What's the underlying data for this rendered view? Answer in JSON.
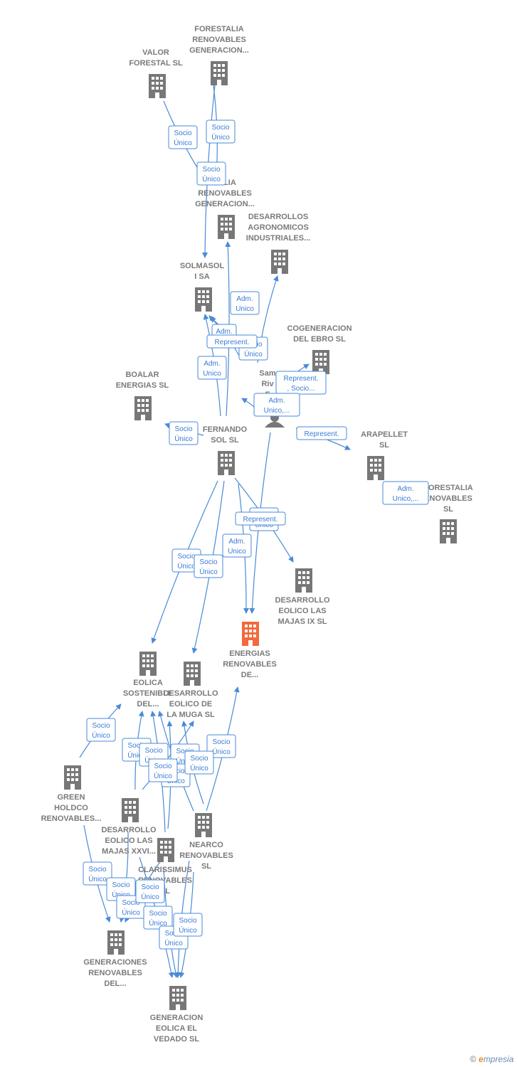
{
  "colors": {
    "building": "#777777",
    "focus": "#f26a3c",
    "person": "#777777",
    "edge": "#4a8ad8",
    "label": "#7a7a7a"
  },
  "nodes": [
    {
      "id": "forestalia_gen_top",
      "type": "company",
      "lines": [
        "FORESTALIA",
        "RENOVABLES",
        "GENERACION..."
      ]
    },
    {
      "id": "valor_forestal",
      "type": "company",
      "lines": [
        "VALOR",
        "FORESTAL SL"
      ]
    },
    {
      "id": "forestalia_gen_mid",
      "type": "company",
      "lines": [
        "TALIA",
        "RENOVABLES",
        "GENERACION..."
      ]
    },
    {
      "id": "desarrollos_agronomicos",
      "type": "company",
      "lines": [
        "DESARROLLOS",
        "AGRONOMICOS",
        "INDUSTRIALES..."
      ]
    },
    {
      "id": "solmasol",
      "type": "company",
      "lines": [
        "SOLMASOL",
        "I SA"
      ]
    },
    {
      "id": "cogeneracion_ebro",
      "type": "company",
      "lines": [
        "COGENERACION",
        "DEL EBRO  SL"
      ]
    },
    {
      "id": "boalar",
      "type": "company",
      "lines": [
        "BOALAR",
        "ENERGIAS  SL"
      ]
    },
    {
      "id": "person",
      "type": "person",
      "lines": [
        "Sam",
        "Riv",
        "F"
      ]
    },
    {
      "id": "fernando_sol",
      "type": "company",
      "lines": [
        "FERNANDO",
        "SOL SL"
      ]
    },
    {
      "id": "arapellet",
      "type": "company",
      "lines": [
        "ARAPELLET",
        "SL"
      ]
    },
    {
      "id": "forestalia_renovables",
      "type": "company",
      "lines": [
        "FORESTALIA",
        "ENOVABLES",
        "SL"
      ]
    },
    {
      "id": "desarrollo_majas_ix",
      "type": "company",
      "lines": [
        "DESARROLLO",
        "EOLICO LAS",
        "MAJAS IX  SL"
      ]
    },
    {
      "id": "energias_renovables",
      "type": "focus",
      "lines": [
        "ENERGIAS",
        "RENOVABLES",
        "DE..."
      ]
    },
    {
      "id": "eolica_sostenible",
      "type": "company",
      "lines": [
        "EOLICA",
        "SOSTENIBLE",
        "DEL..."
      ]
    },
    {
      "id": "desarrollo_muga",
      "type": "company",
      "lines": [
        "DESARROLLO",
        "EOLICO DE",
        "LA MUGA SL"
      ]
    },
    {
      "id": "green_holdco",
      "type": "company",
      "lines": [
        "GREEN",
        "HOLDCO",
        "RENOVABLES..."
      ]
    },
    {
      "id": "desarrollo_majas_xxvi",
      "type": "company",
      "lines": [
        "DESARROLLO",
        "EOLICO LAS",
        "MAJAS XXVI..."
      ]
    },
    {
      "id": "nearco",
      "type": "company",
      "lines": [
        "NEARCO",
        "RENOVABLES",
        "SL"
      ]
    },
    {
      "id": "clarissimus",
      "type": "company",
      "lines": [
        "CLARISSIMUS",
        "RENOVABLES",
        "SL"
      ]
    },
    {
      "id": "generaciones_renovables",
      "type": "company",
      "lines": [
        "GENERACIONES",
        "RENOVABLES",
        "DEL..."
      ]
    },
    {
      "id": "generacion_vedado",
      "type": "company",
      "lines": [
        "GENERACION",
        "EOLICA EL",
        "VEDADO SL"
      ]
    }
  ],
  "edges": [
    {
      "from": "valor_forestal",
      "to": "forestalia_gen_mid",
      "label": [
        "Socio",
        "Único"
      ]
    },
    {
      "from": "forestalia_gen_top",
      "to": "forestalia_gen_mid",
      "label": [
        "Socio",
        "Único"
      ]
    },
    {
      "from": "forestalia_gen_top",
      "to": "solmasol",
      "label": [
        "Socio",
        "Único"
      ]
    },
    {
      "from": "fernando_sol",
      "to": "forestalia_gen_mid",
      "label": [
        "Adm.",
        "Unico"
      ]
    },
    {
      "from": "person",
      "to": "desarrollos_agronomicos",
      "label": [
        "Socio",
        "Único"
      ]
    },
    {
      "from": "person",
      "to": "solmasol",
      "label": [
        "Adm."
      ]
    },
    {
      "from": "person",
      "to": "solmasol",
      "label": [
        "Represent."
      ]
    },
    {
      "from": "fernando_sol",
      "to": "solmasol",
      "label": [
        "Adm.",
        "Unico"
      ]
    },
    {
      "from": "person",
      "to": "cogeneracion_ebro",
      "label": [
        "Represent.",
        ", Socio..."
      ]
    },
    {
      "from": "person",
      "to": "fernando_sol",
      "label": [
        "Adm.",
        "Unico,..."
      ]
    },
    {
      "from": "fernando_sol",
      "to": "boalar",
      "label": [
        "Socio",
        "Único"
      ]
    },
    {
      "from": "person",
      "to": "arapellet",
      "label": [
        "Represent."
      ]
    },
    {
      "from": "arapellet",
      "to": "forestalia_renovables",
      "label": [
        "Adm.",
        "Unico,..."
      ]
    },
    {
      "from": "fernando_sol",
      "to": "desarrollo_majas_ix",
      "label": [
        "Socio",
        "Único"
      ]
    },
    {
      "from": "person",
      "to": "energias_renovables",
      "label": [
        "Represent."
      ]
    },
    {
      "from": "fernando_sol",
      "to": "energias_renovables",
      "label": [
        "Adm.",
        "Unico"
      ]
    },
    {
      "from": "fernando_sol",
      "to": "eolica_sostenible",
      "label": [
        "Socio",
        "Único"
      ]
    },
    {
      "from": "fernando_sol",
      "to": "desarrollo_muga",
      "label": [
        "Socio",
        "Único"
      ]
    },
    {
      "from": "green_holdco",
      "to": "eolica_sostenible",
      "label": [
        "Socio",
        "Único"
      ]
    },
    {
      "from": "nearco",
      "to": "energias_renovables",
      "label": [
        "Socio",
        "Único"
      ]
    },
    {
      "from": "desarrollo_majas_xxvi",
      "to": "eolica_sostenible",
      "label": [
        "Socio",
        "Único"
      ]
    },
    {
      "from": "clarissimus",
      "to": "eolica_sostenible",
      "label": [
        "Socio",
        "Único"
      ]
    },
    {
      "from": "nearco",
      "to": "desarrollo_muga",
      "label": [
        "Socio",
        "Único"
      ]
    },
    {
      "from": "clarissimus",
      "to": "desarrollo_muga",
      "label": [
        "Socio",
        "Único"
      ]
    },
    {
      "from": "nearco",
      "to": "eolica_sostenible",
      "label": [
        "Socio",
        "Único"
      ]
    },
    {
      "from": "desarrollo_majas_xxvi",
      "to": "desarrollo_muga",
      "label": [
        "Socio",
        "Único"
      ]
    },
    {
      "from": "green_holdco",
      "to": "generaciones_renovables",
      "label": [
        "Socio",
        "Único"
      ]
    },
    {
      "from": "desarrollo_majas_xxvi",
      "to": "generaciones_renovables",
      "label": [
        "Socio",
        "Único"
      ]
    },
    {
      "from": "clarissimus",
      "to": "generaciones_renovables",
      "label": [
        "Socio",
        "Único"
      ]
    },
    {
      "from": "desarrollo_majas_xxvi",
      "to": "generacion_vedado",
      "label": [
        "Socio",
        "Único"
      ]
    },
    {
      "from": "clarissimus",
      "to": "generacion_vedado",
      "label": [
        "Socio",
        "Único"
      ]
    },
    {
      "from": "nearco",
      "to": "generacion_vedado",
      "label": [
        "Socio",
        "Único"
      ]
    },
    {
      "from": "nearco",
      "to": "generacion_vedado",
      "label": [
        "Socio",
        "Único"
      ]
    }
  ],
  "brand": {
    "copyright": "©",
    "e": "e",
    "name": "mpresia"
  }
}
